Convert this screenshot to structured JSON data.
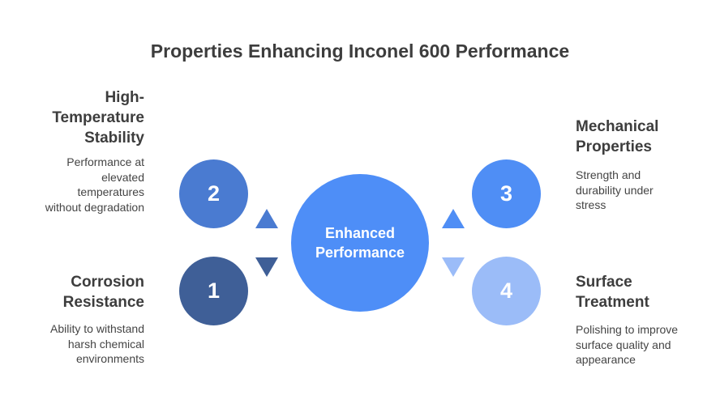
{
  "title": "Properties Enhancing Inconel 600 Performance",
  "center": {
    "label_line1": "Enhanced",
    "label_line2": "Performance",
    "color": "#4e8ef7"
  },
  "items": [
    {
      "number": "1",
      "heading_lines": [
        "Corrosion",
        "Resistance"
      ],
      "description_lines": [
        "Ability to withstand",
        "harsh chemical",
        "environments"
      ],
      "color": "#3f5f97"
    },
    {
      "number": "2",
      "heading_lines": [
        "High-",
        "Temperature",
        "Stability"
      ],
      "description_lines": [
        "Performance at",
        "elevated",
        "temperatures",
        "without degradation"
      ],
      "color": "#4a7bd1"
    },
    {
      "number": "3",
      "heading_lines": [
        "Mechanical",
        "Properties"
      ],
      "description_lines": [
        "Strength and",
        "durability under",
        "stress"
      ],
      "color": "#4f8ef5"
    },
    {
      "number": "4",
      "heading_lines": [
        "Surface",
        "Treatment"
      ],
      "description_lines": [
        "Polishing to improve",
        "surface quality and",
        "appearance"
      ],
      "color": "#9bbcf8"
    }
  ]
}
